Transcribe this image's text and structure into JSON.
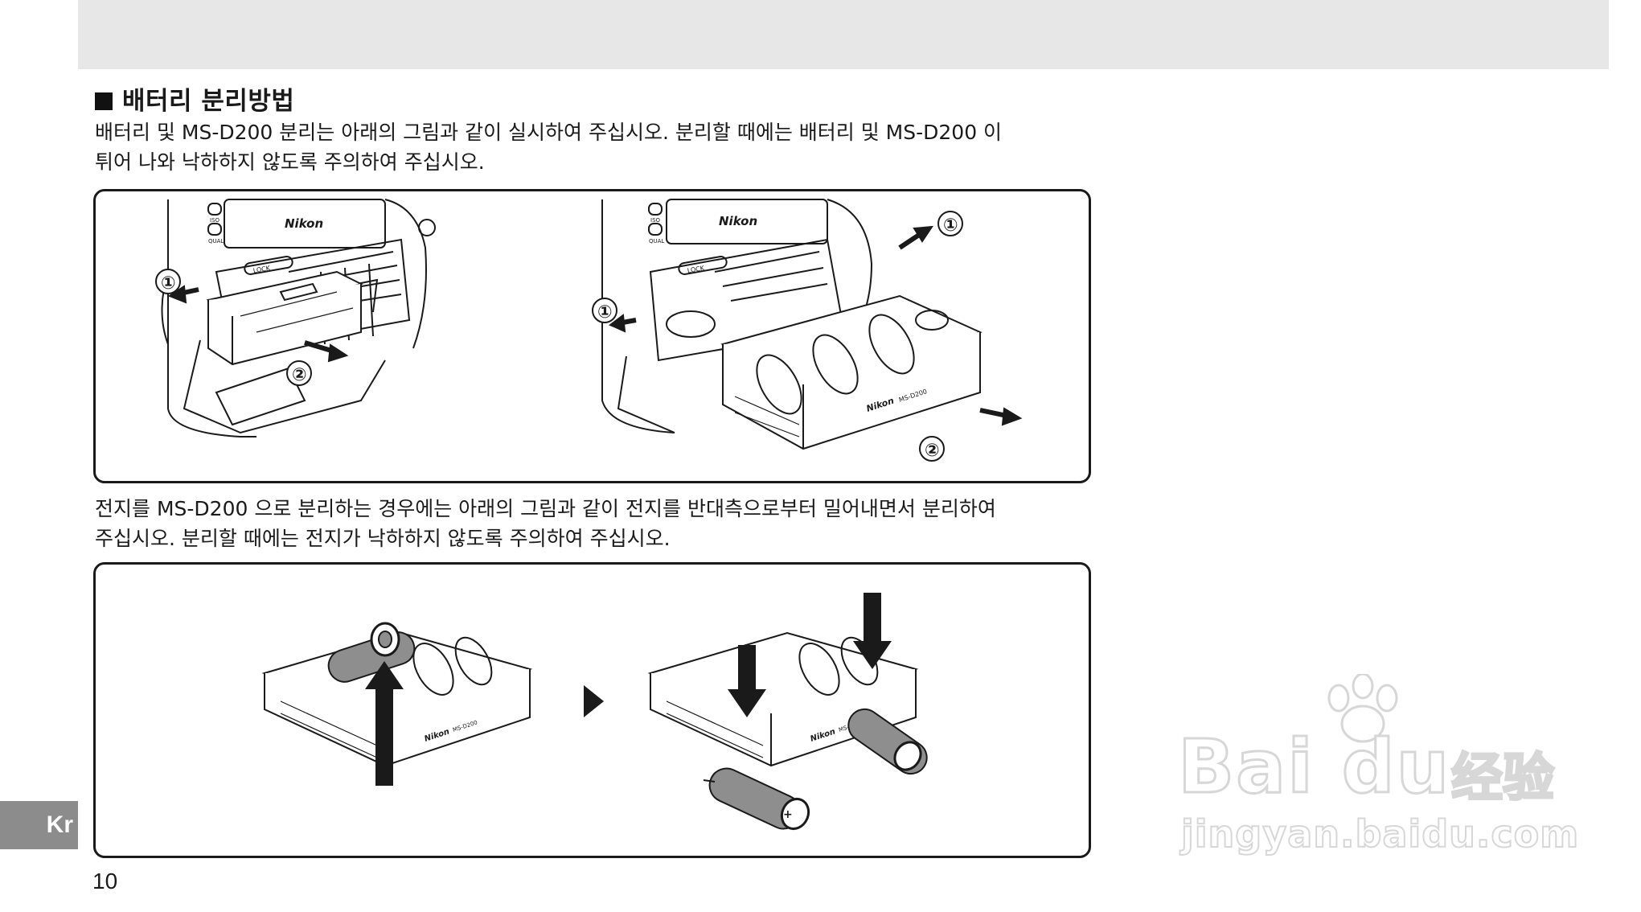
{
  "section": {
    "title": "배터리 분리방법"
  },
  "para1": {
    "line1": "배터리 및 MS-D200 분리는 아래의 그림과 같이 실시하여 주십시오. 분리할 때에는 배터리 및 MS-D200 이",
    "line2": "튀어 나와 낙하하지 않도록 주의하여 주십시오."
  },
  "para2": {
    "line1": "전지를 MS-D200 으로 분리하는 경우에는 아래의 그림과 같이 전지를 반대측으로부터 밀어내면서 분리하여",
    "line2": "주십시오. 분리할 때에는 전지가 낙하하지 않도록 주의하여 주십시오."
  },
  "figure1": {
    "left": {
      "brand": "Nikon",
      "lock": "LOCK",
      "btn_iso": "ISO",
      "btn_qual": "QUAL",
      "step1": "①",
      "step2": "②"
    },
    "right": {
      "brand": "Nikon",
      "lock": "LOCK",
      "btn_iso": "ISO",
      "btn_qual": "QUAL",
      "step1_top": "①",
      "step1_left": "①",
      "step2": "②",
      "holder_brand": "Nikon",
      "holder_model": "MS-D200"
    }
  },
  "figure2": {
    "left": {
      "holder_brand": "Nikon",
      "holder_model": "MS-D200"
    },
    "right": {
      "holder_brand": "Nikon",
      "holder_model": "MS-D200"
    }
  },
  "sidebar": {
    "lang_tab": "Kr"
  },
  "footer": {
    "page_number": "10"
  },
  "watermark": {
    "brand": "Bai du",
    "brand_cn": "经验",
    "url": "jingyan.baidu.com"
  },
  "colors": {
    "header_band": "#e7e7e7",
    "lang_tab_bg": "#8c8c8c",
    "battery_gray": "#8e8e8e"
  }
}
